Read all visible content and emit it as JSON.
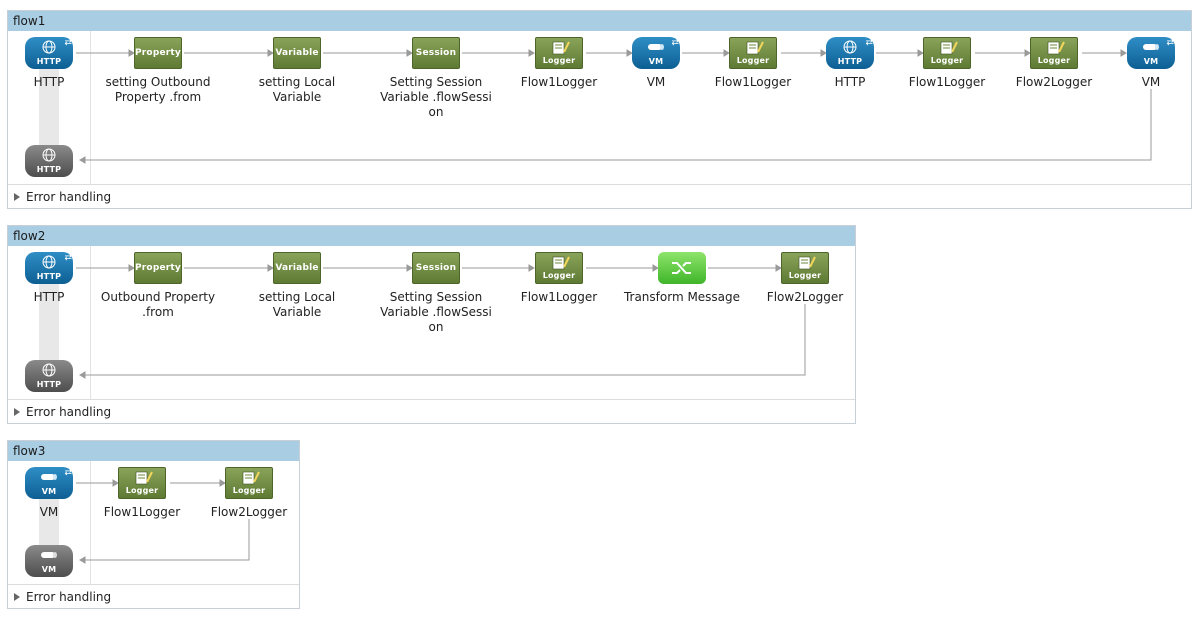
{
  "flows": [
    {
      "name": "flow1",
      "error_handling": "Error handling",
      "source": {
        "type": "HTTP",
        "icon_text": "HTTP",
        "label": "HTTP"
      },
      "return_icon_text": "HTTP",
      "steps": [
        {
          "type": "property",
          "icon_text": "Property",
          "label": "setting Outbound Property .from"
        },
        {
          "type": "variable",
          "icon_text": "Variable",
          "label": "setting Local Variable"
        },
        {
          "type": "session",
          "icon_text": "Session",
          "label": "Setting Session Variable .flowSessi on"
        },
        {
          "type": "logger",
          "icon_text": "Logger",
          "label": "Flow1Logger"
        },
        {
          "type": "vm",
          "icon_text": "VM",
          "label": "VM"
        },
        {
          "type": "logger",
          "icon_text": "Logger",
          "label": "Flow1Logger"
        },
        {
          "type": "http",
          "icon_text": "HTTP",
          "label": "HTTP"
        },
        {
          "type": "logger",
          "icon_text": "Logger",
          "label": "Flow1Logger"
        },
        {
          "type": "logger",
          "icon_text": "Logger",
          "label": "Flow2Logger"
        },
        {
          "type": "vm",
          "icon_text": "VM",
          "label": "VM"
        }
      ]
    },
    {
      "name": "flow2",
      "error_handling": "Error handling",
      "source": {
        "type": "HTTP",
        "icon_text": "HTTP",
        "label": "HTTP"
      },
      "return_icon_text": "HTTP",
      "steps": [
        {
          "type": "property",
          "icon_text": "Property",
          "label": "Outbound Property .from"
        },
        {
          "type": "variable",
          "icon_text": "Variable",
          "label": "setting Local Variable"
        },
        {
          "type": "session",
          "icon_text": "Session",
          "label": "Setting Session Variable .flowSessi on"
        },
        {
          "type": "logger",
          "icon_text": "Logger",
          "label": "Flow1Logger"
        },
        {
          "type": "transform",
          "icon_text": "",
          "label": "Transform Message"
        },
        {
          "type": "logger",
          "icon_text": "Logger",
          "label": "Flow2Logger"
        }
      ]
    },
    {
      "name": "flow3",
      "error_handling": "Error handling",
      "source": {
        "type": "VM",
        "icon_text": "VM",
        "label": "VM"
      },
      "return_icon_text": "VM",
      "steps": [
        {
          "type": "logger",
          "icon_text": "Logger",
          "label": "Flow1Logger"
        },
        {
          "type": "logger",
          "icon_text": "Logger",
          "label": "Flow2Logger"
        }
      ]
    }
  ]
}
